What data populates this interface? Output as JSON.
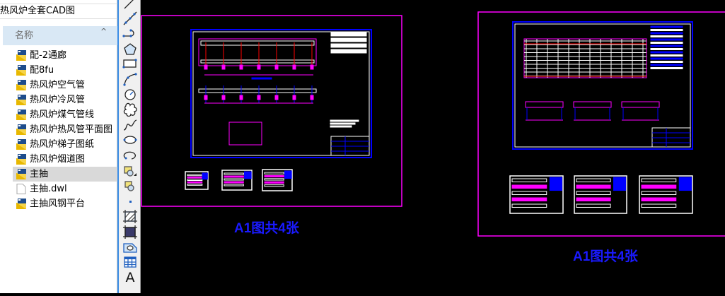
{
  "sidebar": {
    "path": "热风炉全套CAD图",
    "column_header": "名称",
    "items": [
      {
        "label": "配-2通廊",
        "type": "dwg-folder"
      },
      {
        "label": "配8fu",
        "type": "dwg-folder"
      },
      {
        "label": "热风炉空气管",
        "type": "dwg-folder"
      },
      {
        "label": "热风炉冷风管",
        "type": "dwg-folder"
      },
      {
        "label": "热风炉煤气管线",
        "type": "dwg-folder"
      },
      {
        "label": "热风炉热风管平面图",
        "type": "dwg-folder"
      },
      {
        "label": "热风炉梯子图纸",
        "type": "dwg-folder"
      },
      {
        "label": "热风炉烟道图",
        "type": "dwg-folder"
      },
      {
        "label": "主抽",
        "type": "dwg-folder",
        "selected": true
      },
      {
        "label": "主抽.dwl",
        "type": "file"
      },
      {
        "label": "主抽风钢平台",
        "type": "dwg-folder"
      }
    ]
  },
  "toolbar": {
    "tools": [
      "line-icon",
      "construction-line-icon",
      "polyline-icon",
      "polygon-icon",
      "rectangle-icon",
      "arc-icon",
      "circle-icon",
      "revision-cloud-icon",
      "spline-icon",
      "ellipse-icon",
      "ellipse-arc-icon",
      "insert-block-icon",
      "make-block-icon",
      "point-icon",
      "hatch-icon",
      "gradient-icon",
      "region-icon",
      "table-icon",
      "multiline-text-icon"
    ],
    "text_tool_label": "A"
  },
  "canvas": {
    "left_group_label": "A1图共4张",
    "right_group_label": "A1图共4张",
    "colors": {
      "frame": "#ff00ff",
      "sheet": "#0000ff",
      "line": "#ffffff",
      "accent": "#ff0000"
    }
  }
}
